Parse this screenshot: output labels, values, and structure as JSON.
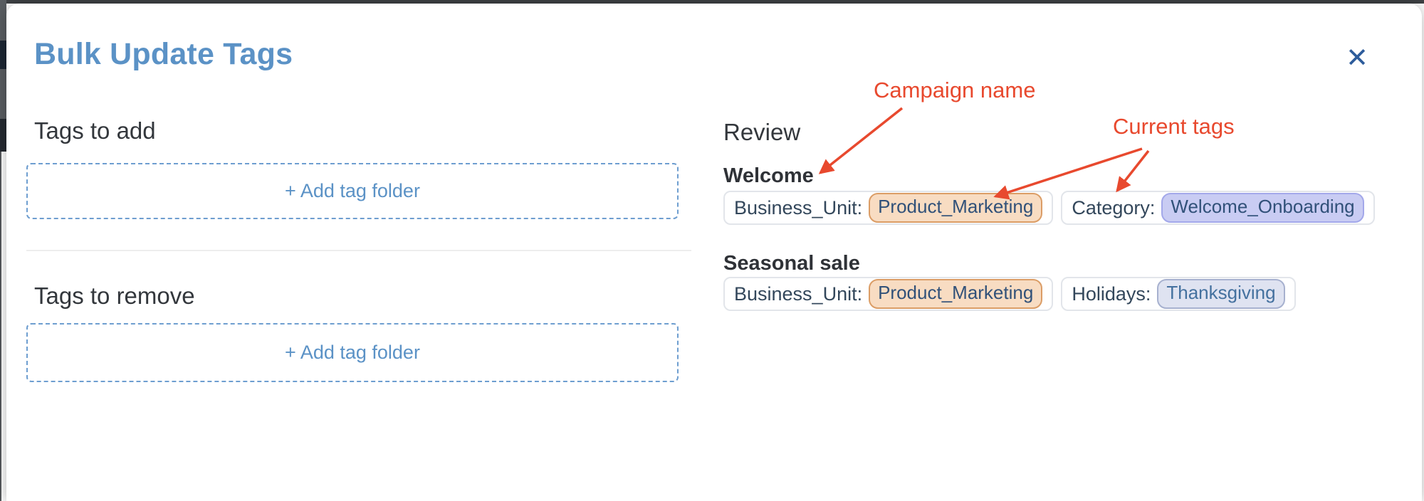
{
  "modal": {
    "title": "Bulk Update Tags"
  },
  "icons": {
    "close": "✕"
  },
  "tags_panel": {
    "add": {
      "heading": "Tags to add",
      "action_label": "+ Add tag folder"
    },
    "remove": {
      "heading": "Tags to remove",
      "action_label": "+ Add tag folder"
    }
  },
  "review": {
    "heading": "Review",
    "campaigns": [
      {
        "name": "Welcome",
        "tag_groups": [
          {
            "folder": "Business_Unit:",
            "tag": "Product_Marketing"
          },
          {
            "folder": "Category:",
            "tag": "Welcome_Onboarding"
          }
        ]
      },
      {
        "name": "Seasonal sale",
        "tag_groups": [
          {
            "folder": "Business_Unit:",
            "tag": "Product_Marketing"
          },
          {
            "folder": "Holidays:",
            "tag": "Thanksgiving"
          }
        ]
      }
    ]
  },
  "annotations": {
    "campaign_name": "Campaign name",
    "current_tags": "Current tags"
  },
  "colors": {
    "title_blue": "#5b92c6",
    "close_blue": "#2d5c9b",
    "annotation_red": "#e8492e",
    "dashed_border_blue": "#6e9ed0",
    "tag_group_border": "#e2e5ea",
    "tag_label_text": "#33475b",
    "tag_orange_bg": "#f8dcc2",
    "tag_orange_border": "#db9d66",
    "tag_purple_bg": "#c9ccf3",
    "tag_purple_border": "#a3a8ea",
    "tag_blue_bg": "#dfe3f1",
    "tag_blue_border": "#a7b1cf"
  }
}
